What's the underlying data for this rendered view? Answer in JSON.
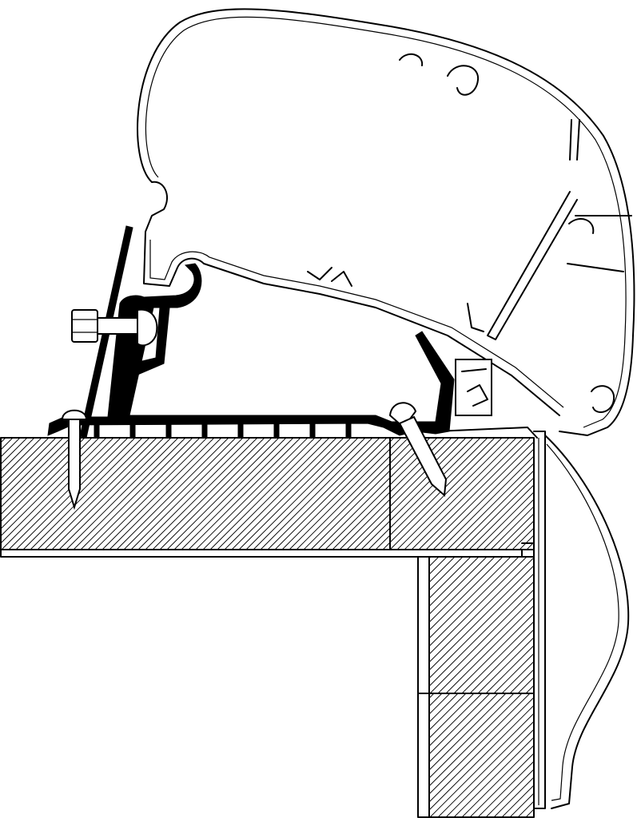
{
  "diagram": {
    "type": "cross-section",
    "colors": {
      "line": "#000000",
      "background": "#ffffff"
    },
    "hatch_regions": [
      {
        "name": "roof-slab-left"
      },
      {
        "name": "roof-slab-right"
      },
      {
        "name": "wall-upper"
      },
      {
        "name": "wall-lower"
      }
    ]
  }
}
